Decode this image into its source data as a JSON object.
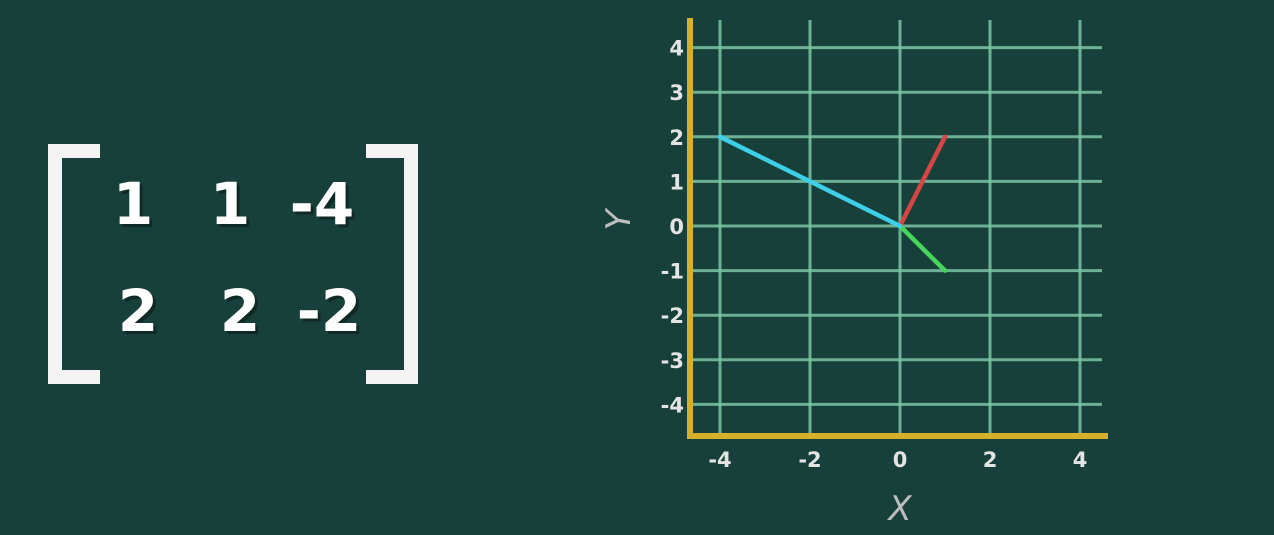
{
  "matrix": {
    "rows": [
      [
        "1",
        "1",
        "-4"
      ],
      [
        "2",
        "2",
        "-2"
      ]
    ]
  },
  "chart_data": {
    "type": "line",
    "xlabel": "X",
    "ylabel": "Y",
    "xlim": [
      -4,
      4
    ],
    "ylim": [
      -4,
      4
    ],
    "x_ticks": [
      -4,
      -2,
      0,
      2,
      4
    ],
    "y_ticks": [
      4,
      3,
      2,
      1,
      0,
      -1,
      -2,
      -3,
      -4
    ],
    "grid": true,
    "vectors": [
      {
        "from": [
          0,
          0
        ],
        "to": [
          1,
          2
        ],
        "color": "#d64545"
      },
      {
        "from": [
          0,
          0
        ],
        "to": [
          1,
          -1
        ],
        "color": "#45d65a"
      },
      {
        "from": [
          0,
          0
        ],
        "to": [
          -4,
          2
        ],
        "color": "#3ecfe8"
      }
    ]
  },
  "colors": {
    "background": "#17403a",
    "grid": "#7bc4a6",
    "axis": "#d6b02a"
  }
}
